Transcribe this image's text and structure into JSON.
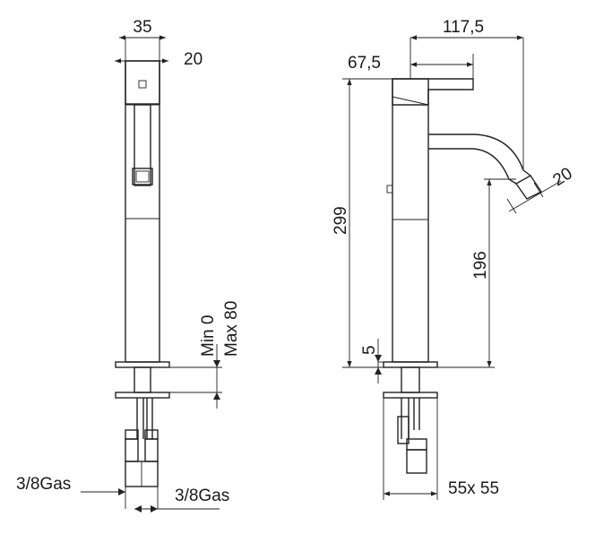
{
  "drawing": {
    "front_view": {
      "width_dim": "35",
      "handle_dim": "20",
      "deck_dim": "Min 0\nMax 80",
      "deck_min": "Min 0",
      "deck_max": "Max 80",
      "hose_left": "3/8Gas",
      "hose_right": "3/8Gas"
    },
    "side_view": {
      "projection_dim": "117,5",
      "handle_offset_dim": "67,5",
      "height_dim": "299",
      "spout_height_dim": "196",
      "spout_outlet_dim": "20",
      "base_dim": "5",
      "base_size": "55x  55"
    }
  }
}
